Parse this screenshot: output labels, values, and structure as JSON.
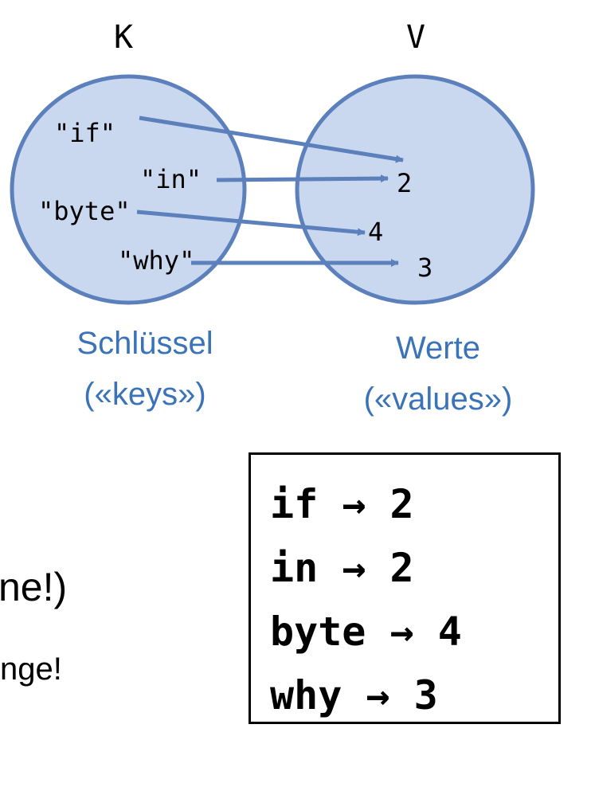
{
  "colors": {
    "circle_fill": "#c9d8ef",
    "circle_stroke": "#5b80bb",
    "arrow": "#5b80bb",
    "label": "#3b73b9"
  },
  "diagram": {
    "key_set_letter": "K",
    "value_set_letter": "V",
    "keys": [
      "\"if\"",
      "\"in\"",
      "\"byte\"",
      "\"why\""
    ],
    "values": [
      "2",
      "4",
      "3"
    ],
    "keys_label": "Schlüssel",
    "keys_sublabel": "(«keys»)",
    "values_label": "Werte",
    "values_sublabel": "(«values»)"
  },
  "mapping_box": {
    "rows": [
      {
        "key": "if",
        "arrow": "→",
        "value": "2"
      },
      {
        "key": "in",
        "arrow": "→",
        "value": "2"
      },
      {
        "key": "byte",
        "arrow": "→",
        "value": "4"
      },
      {
        "key": "why",
        "arrow": "→",
        "value": "3"
      }
    ]
  },
  "cut_off_text": [
    "ne!)",
    "nge!",
    "!"
  ]
}
